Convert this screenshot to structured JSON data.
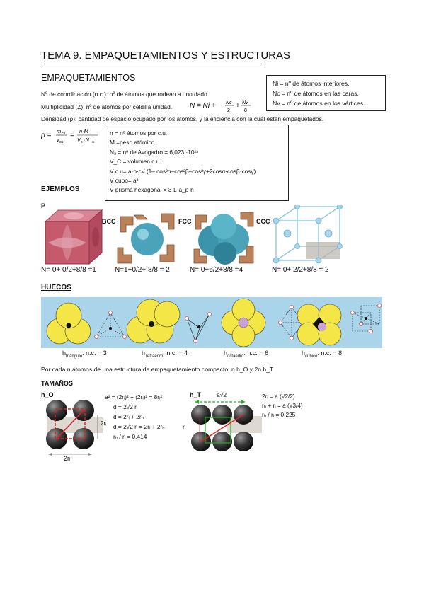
{
  "page": {
    "title": "TEMA 9. EMPAQUETAMIENTOS Y ESTRUCTURAS",
    "section_empaquetamientos": "EMPAQUETAMIENTOS",
    "coord_line": "Nº de coordinación (n.c.): nº de átomos que rodean a uno dado.",
    "mult_prefix": "Multiplicidad (Z): nº de átomos por celdilla unidad.",
    "mult_formula": "N = Ni + Nc/2 + Nv/8",
    "density_line": "Densidad (ρ): cantidad de espacio ocupado por los átomos, y la eficiencia con la cual están empaquetados.",
    "density_formula": "ρ = m_cu / v_cu = n·M / V_c·N_a"
  },
  "legend_box": {
    "lines": [
      "Ni = nº de átomos interiores.",
      "Nc = nº de átomos en las caras.",
      "Nv = nº de átomos en los vértices."
    ]
  },
  "def_box": {
    "lines": [
      "n = nº átomos por c.u.",
      "M =peso atómico",
      "Nₐ = nº de Avogadro = 6,023 ·10²³",
      "V_C = volumen c.u.",
      "V c.u= a·b·c√ (1– cos²α–cos²β–cos²γ+2cosα·cosβ·cosγ)",
      "V cubo= a³",
      "V prisma hexagonal = 3·L·a_p·h"
    ]
  },
  "ejemplos": {
    "heading": "EJEMPLOS",
    "labels": [
      "P",
      "BCC",
      "FCC",
      "CCC"
    ],
    "results": [
      "N= 0+ 0/2+8/8 =1",
      "N=1+0/2+ 8/8 = 2",
      "N= 0+6/2+8/8 =4",
      "N= 0+ 2/2+8/8 = 2"
    ]
  },
  "huecos": {
    "heading": "HUECOS",
    "labels": [
      {
        "h": "h",
        "sub": "triángulo",
        "rest": ": n.c. = 3"
      },
      {
        "h": "h",
        "sub": "Tetraedro",
        "rest": ": n.c. = 4"
      },
      {
        "h": "h",
        "sub": "octaedro",
        "rest": ": n.c. = 6"
      },
      {
        "h": "h",
        "sub": "cúbico",
        "rest": ": n.c. = 8"
      }
    ],
    "note": "Por cada n átomos de una estructura de empaquetamiento compacto: n h_O y 2n h_T"
  },
  "tamanos": {
    "heading": "TAMAÑOS",
    "left_label": "h_O",
    "left_formulas": [
      "a² = (2rᵢ)² + (2rᵢ)² = 8rᵢ²",
      "d = 2√2 rᵢ",
      "d = 2rᵢ + 2rₕ",
      "d = 2√2 rᵢ = 2rᵢ + 2rₕ",
      "rₕ / rᵢ = 0.414"
    ],
    "left_dim1": "2rᵢ",
    "left_dim2": "2rᵢ",
    "right_label": "h_T",
    "right_top": "a√2",
    "right_side": "rᵢ",
    "right_formulas": [
      "2rᵢ = a (√2/2)",
      "rₕ + rᵢ = a (√3/4)",
      "rₕ / rᵢ = 0.225"
    ]
  },
  "colors": {
    "crimson": "#c45a6b",
    "copper": "#b9825a",
    "teal": "#4aa3b8",
    "lightblue": "#a9d4ea",
    "yellow": "#f4e646",
    "violet": "#c9a2d6"
  }
}
